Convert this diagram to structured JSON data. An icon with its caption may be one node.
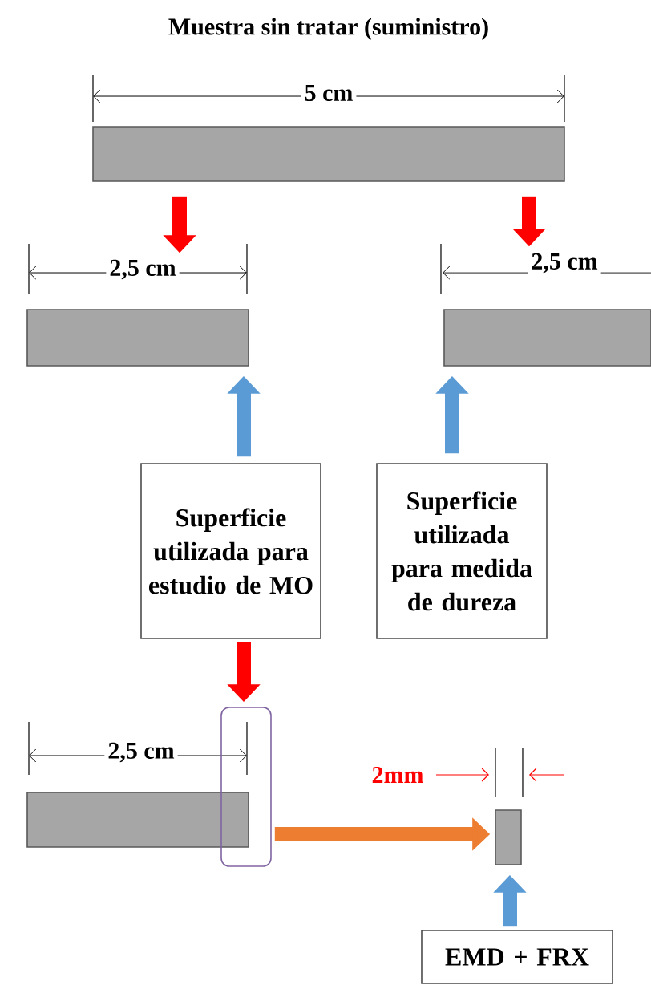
{
  "diagram": {
    "title": "Muestra sin tratar (suministro)",
    "nodes": [
      {
        "text": [],
        "shape": "bar"
      },
      {
        "text": [
          "2,5 cm"
        ]
      },
      {
        "text": [
          "2,5 cm"
        ]
      },
      {
        "text": [],
        "shape": "bar"
      },
      {
        "text": [],
        "shape": "bar"
      },
      {
        "text": [
          "Superficie utilizada para estudio de MO"
        ]
      },
      {
        "text": [
          "Superficie utilizada para medida de dureza"
        ]
      },
      {
        "text": [],
        "shape": "bar"
      },
      {
        "text": [],
        "shape": "box"
      },
      {
        "text": [],
        "shape": "bar"
      },
      {
        "text": [
          "EMD + FRX"
        ]
      }
    ],
    "edges": [
      {
        "from": 0,
        "to": 1,
        "arrow": "to",
        "color": "#ff0000"
      },
      {
        "from": 0,
        "to": 2,
        "arrow": "to",
        "color": "#ff0000"
      },
      {
        "from": 5,
        "to": 3,
        "arrow": "to",
        "color": "#5b9bd5"
      },
      {
        "from": 6,
        "to": 4,
        "arrow": "to",
        "color": "#5b9bd5"
      },
      {
        "from": 5,
        "to": 8,
        "arrow": "to",
        "color": "#ff0000"
      },
      {
        "from": 8,
        "to": 9,
        "arrow": "to",
        "color": "#ed7d31"
      },
      {
        "from": 10,
        "to": 9,
        "arrow": "to",
        "color": "#5b9bd5"
      }
    ],
    "labels": [
      "5 cm",
      "2,5 cm",
      "2mm"
    ]
  }
}
